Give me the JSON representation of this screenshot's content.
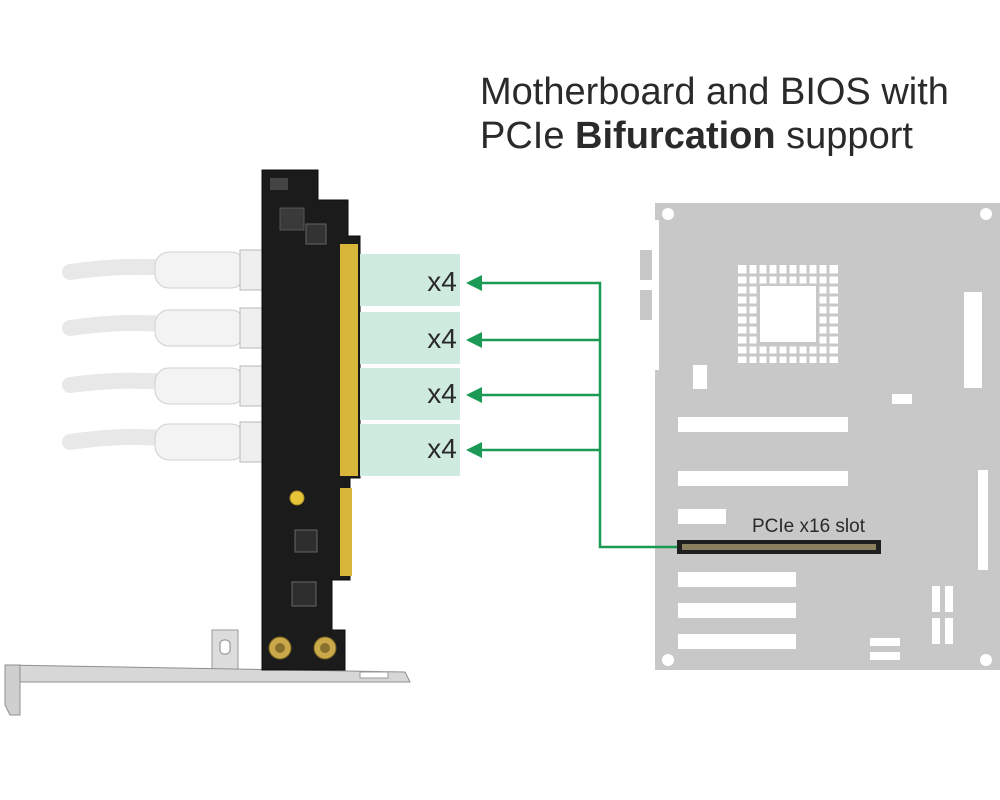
{
  "heading": {
    "line1": "Motherboard and BIOS with",
    "line2_prefix": "PCIe ",
    "line2_bold": "Bifurcation",
    "line2_suffix": " support"
  },
  "lanes": [
    {
      "label": "x4"
    },
    {
      "label": "x4"
    },
    {
      "label": "x4"
    },
    {
      "label": "x4"
    }
  ],
  "motherboard": {
    "slot_label": "PCIe x16 slot"
  },
  "colors": {
    "arrow": "#1a9a55",
    "lane_highlight": "#cfeadf",
    "board_gray": "#c8c8c8",
    "pcb": "#1b1b1b",
    "gold": "#d8b63a",
    "cable": "#ececec"
  }
}
